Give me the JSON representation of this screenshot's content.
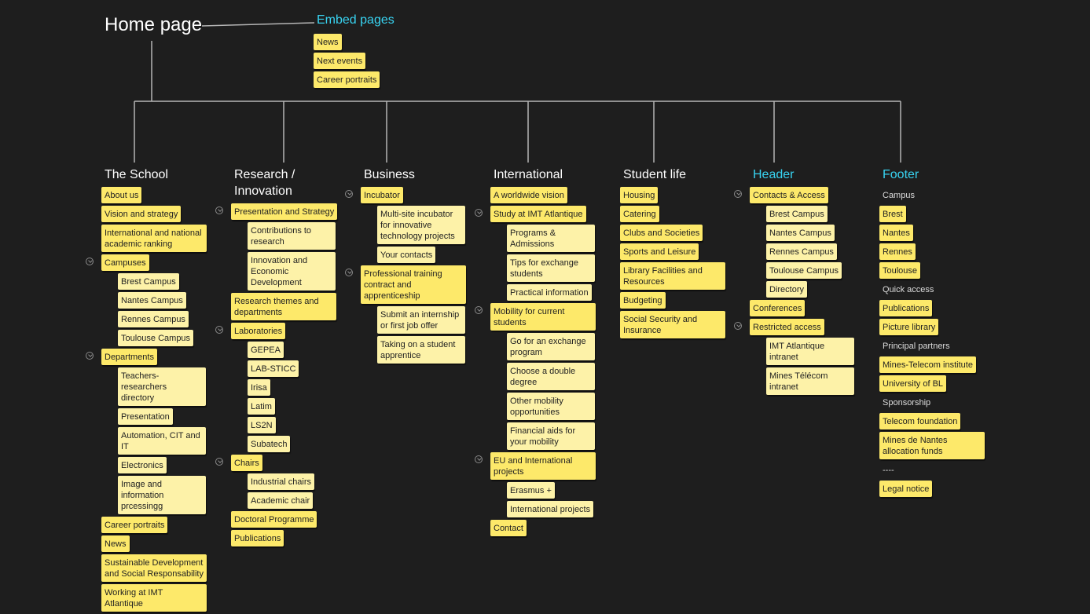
{
  "root": {
    "title": "Home page"
  },
  "embed": {
    "title": "Embed pages",
    "items": [
      "News",
      "Next events",
      "Career portraits"
    ]
  },
  "colors": {
    "sticky": "#fde96a",
    "sticky_light": "#fdf2a8",
    "accent_title": "#38d4f2",
    "background": "#1e1e1e"
  },
  "columns": [
    {
      "title": "The School",
      "accent": false,
      "items": [
        {
          "label": "About us",
          "level": 1
        },
        {
          "label": "Vision and strategy",
          "level": 1
        },
        {
          "label": "International and national\nacademic ranking",
          "level": 1,
          "w": "w2"
        },
        {
          "label": "Campuses",
          "level": 1,
          "toggle": true
        },
        {
          "label": "Brest Campus",
          "level": 2
        },
        {
          "label": "Nantes Campus",
          "level": 2
        },
        {
          "label": "Rennes Campus",
          "level": 2
        },
        {
          "label": "Toulouse Campus",
          "level": 2
        },
        {
          "label": "Departments",
          "level": 1,
          "toggle": true
        },
        {
          "label": "Teachers-researchers\ndirectory",
          "level": 2,
          "w": "wide"
        },
        {
          "label": "Presentation",
          "level": 2
        },
        {
          "label": "Automation, CIT and\nIT",
          "level": 2,
          "w": "wide"
        },
        {
          "label": "Electronics",
          "level": 2
        },
        {
          "label": "Image and\ninformation\nprcessingg",
          "level": 2,
          "w": "wide"
        },
        {
          "label": "Career portraits",
          "level": 1
        },
        {
          "label": "News",
          "level": 1
        },
        {
          "label": "Sustainable Development\nand Social Responsability",
          "level": 1,
          "w": "w2"
        },
        {
          "label": "Working at IMT\nAtlantique",
          "level": 1,
          "w": "w2"
        }
      ]
    },
    {
      "title": "Research /\nInnovation",
      "accent": false,
      "items": [
        {
          "label": "Presentation and Strategy",
          "level": 1,
          "toggle": true
        },
        {
          "label": "Contributions to\nresearch",
          "level": 2,
          "w": "wide"
        },
        {
          "label": "Innovation and\nEconomic\nDevelopment",
          "level": 2,
          "w": "wide"
        },
        {
          "label": "Research themes and\ndepartments",
          "level": 1,
          "w": "w2"
        },
        {
          "label": "Laboratories",
          "level": 1,
          "toggle": true
        },
        {
          "label": "GEPEA",
          "level": 2
        },
        {
          "label": "LAB-STICC",
          "level": 2
        },
        {
          "label": "Irisa",
          "level": 2
        },
        {
          "label": "Latim",
          "level": 2
        },
        {
          "label": "LS2N",
          "level": 2
        },
        {
          "label": "Subatech",
          "level": 2
        },
        {
          "label": "Chairs",
          "level": 1,
          "toggle": true
        },
        {
          "label": "Industrial chairs",
          "level": 2
        },
        {
          "label": "Academic chair",
          "level": 2
        },
        {
          "label": "Doctoral Programme",
          "level": 1
        },
        {
          "label": "Publications",
          "level": 1
        }
      ]
    },
    {
      "title": "Business",
      "accent": false,
      "items": [
        {
          "label": "Incubator",
          "level": 1,
          "toggle": true
        },
        {
          "label": "Multi-site incubator\nfor innovative\ntechnology projects",
          "level": 2,
          "w": "wide"
        },
        {
          "label": "Your contacts",
          "level": 2
        },
        {
          "label": "Professional training\ncontract and\napprenticeship",
          "level": 1,
          "toggle": true,
          "w": "w2"
        },
        {
          "label": "Submit an internship\nor first job offer",
          "level": 2,
          "w": "wide"
        },
        {
          "label": "Taking on a student\napprentice",
          "level": 2,
          "w": "wide"
        }
      ]
    },
    {
      "title": "International",
      "accent": false,
      "items": [
        {
          "label": "A worldwide vision",
          "level": 1
        },
        {
          "label": "Study at IMT Atlantique",
          "level": 1,
          "toggle": true
        },
        {
          "label": "Programs &\nAdmissions",
          "level": 2,
          "w": "wide"
        },
        {
          "label": "Tips for exchange\nstudents",
          "level": 2,
          "w": "wide"
        },
        {
          "label": "Practical information",
          "level": 2
        },
        {
          "label": "Mobility for current\nstudents",
          "level": 1,
          "toggle": true,
          "w": "w2"
        },
        {
          "label": "Go for an exchange\nprogram",
          "level": 2,
          "w": "wide"
        },
        {
          "label": "Choose a double\ndegree",
          "level": 2,
          "w": "wide"
        },
        {
          "label": "Other mobility\nopportunities",
          "level": 2,
          "w": "wide"
        },
        {
          "label": "Financial aids for\nyour mobility",
          "level": 2,
          "w": "wide"
        },
        {
          "label": "EU and International\nprojects",
          "level": 1,
          "toggle": true,
          "w": "w2"
        },
        {
          "label": "Erasmus +",
          "level": 2
        },
        {
          "label": "International projects",
          "level": 2
        },
        {
          "label": "Contact",
          "level": 1
        }
      ]
    },
    {
      "title": "Student life",
      "accent": false,
      "items": [
        {
          "label": "Housing",
          "level": 1
        },
        {
          "label": "Catering",
          "level": 1
        },
        {
          "label": "Clubs and Societies",
          "level": 1
        },
        {
          "label": "Sports and Leisure",
          "level": 1
        },
        {
          "label": "Library Facilities and\nResources",
          "level": 1,
          "w": "w2"
        },
        {
          "label": "Budgeting",
          "level": 1
        },
        {
          "label": "Social Security and\nInsurance",
          "level": 1,
          "w": "w2"
        }
      ]
    },
    {
      "title": "Header",
      "accent": true,
      "items": [
        {
          "label": "Contacts & Access",
          "level": 1,
          "toggle": true
        },
        {
          "label": "Brest Campus",
          "level": 2
        },
        {
          "label": "Nantes Campus",
          "level": 2
        },
        {
          "label": "Rennes Campus",
          "level": 2
        },
        {
          "label": "Toulouse Campus",
          "level": 2
        },
        {
          "label": "Directory",
          "level": 2
        },
        {
          "label": "Conferences",
          "level": 1
        },
        {
          "label": "Restricted access",
          "level": 1,
          "toggle": true
        },
        {
          "label": "IMT Atlantique\nintranet",
          "level": 2,
          "w": "wide"
        },
        {
          "label": "Mines Télécom\nintranet",
          "level": 2,
          "w": "wide"
        }
      ]
    },
    {
      "title": "Footer",
      "accent": true,
      "items": [
        {
          "label": "Campus",
          "level": 0
        },
        {
          "label": "Brest",
          "level": 1
        },
        {
          "label": "Nantes",
          "level": 1
        },
        {
          "label": "Rennes",
          "level": 1
        },
        {
          "label": "Toulouse",
          "level": 1
        },
        {
          "label": "Quick access",
          "level": 0
        },
        {
          "label": "Publications",
          "level": 1
        },
        {
          "label": "Picture library",
          "level": 1
        },
        {
          "label": "Principal partners",
          "level": 0
        },
        {
          "label": "Mines-Telecom institute",
          "level": 1
        },
        {
          "label": "University of BL",
          "level": 1
        },
        {
          "label": "Sponsorship",
          "level": 0
        },
        {
          "label": "Telecom foundation",
          "level": 1
        },
        {
          "label": "Mines de Nantes\nallocation funds",
          "level": 1,
          "w": "w2"
        },
        {
          "label": "----",
          "level": 0
        },
        {
          "label": "Legal notice",
          "level": 1
        }
      ]
    }
  ]
}
